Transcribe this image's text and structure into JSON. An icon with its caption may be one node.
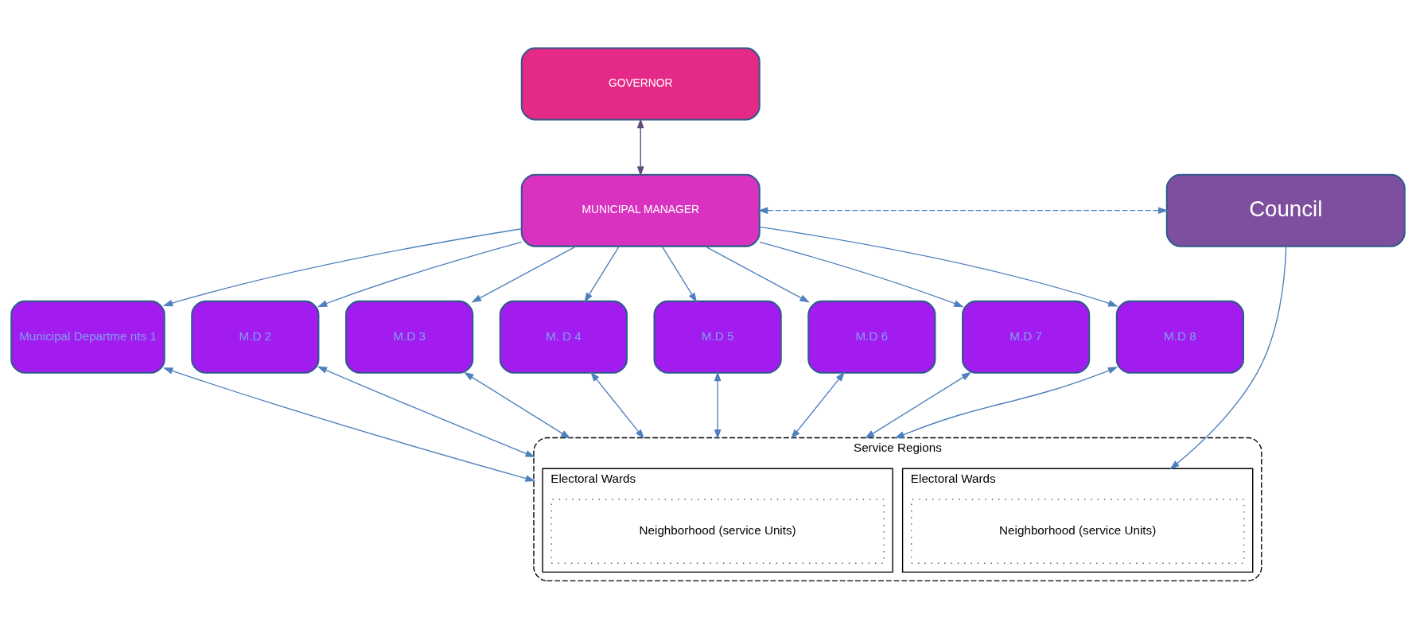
{
  "diagram": {
    "nodes": [
      {
        "text": [
          "GOVERNOR"
        ]
      },
      {
        "text": [
          "MUNICIPAL MANAGER"
        ]
      },
      {
        "text": [
          "Council"
        ]
      },
      {
        "text": [
          "Municipal Departme nts 1"
        ]
      },
      {
        "text": [
          "M.D 2"
        ]
      },
      {
        "text": [
          "M.D 3"
        ]
      },
      {
        "text": [
          "M. D 4"
        ]
      },
      {
        "text": [
          "M.D 5"
        ]
      },
      {
        "text": [
          "M.D 6"
        ]
      },
      {
        "text": [
          "M.D 7"
        ]
      },
      {
        "text": [
          "M.D 8"
        ]
      },
      {
        "text": [
          "Service Regions"
        ]
      },
      {
        "text": [
          "Electoral Wards"
        ],
        "in": 11
      },
      {
        "text": [
          "Neighborhood (service Units)"
        ],
        "in": 12
      },
      {
        "text": [
          "Electoral Wards"
        ],
        "in": 11
      },
      {
        "text": [
          "Neighborhood (service Units)"
        ],
        "in": 14
      }
    ],
    "edges": [
      {
        "from": 0,
        "to": 1,
        "arrow": "both",
        "color": "#604a7b"
      },
      {
        "from": 1,
        "to": 2,
        "arrow": "both",
        "style": "dashed"
      },
      {
        "from": 1,
        "to": 3,
        "arrow": "to"
      },
      {
        "from": 1,
        "to": 4,
        "arrow": "to"
      },
      {
        "from": 1,
        "to": 5,
        "arrow": "to"
      },
      {
        "from": 1,
        "to": 6,
        "arrow": "to"
      },
      {
        "from": 1,
        "to": 7,
        "arrow": "to"
      },
      {
        "from": 1,
        "to": 8,
        "arrow": "to"
      },
      {
        "from": 1,
        "to": 9,
        "arrow": "to"
      },
      {
        "from": 1,
        "to": 10,
        "arrow": "to"
      },
      {
        "from": 3,
        "to": 11,
        "arrow": "both"
      },
      {
        "from": 4,
        "to": 11,
        "arrow": "both"
      },
      {
        "from": 5,
        "to": 11,
        "arrow": "both"
      },
      {
        "from": 6,
        "to": 11,
        "arrow": "both"
      },
      {
        "from": 7,
        "to": 11,
        "arrow": "both"
      },
      {
        "from": 8,
        "to": 11,
        "arrow": "both"
      },
      {
        "from": 9,
        "to": 11,
        "arrow": "both"
      },
      {
        "from": 10,
        "to": 11,
        "arrow": "both"
      },
      {
        "from": 2,
        "to": 14,
        "arrow": "to"
      }
    ]
  }
}
